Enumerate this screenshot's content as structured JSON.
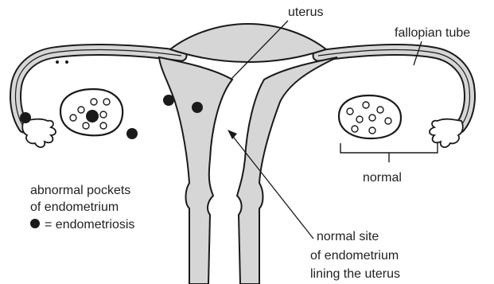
{
  "labels": {
    "uterus": "uterus",
    "fallopian_tube": "fallopian tube",
    "normal": "normal",
    "abnormal_line1": "abnormal pockets",
    "abnormal_line2": "of endometrium",
    "abnormal_line3": "= endometriosis",
    "normal_site_line1": "normal site",
    "normal_site_line2": "of endometrium",
    "normal_site_line3": "lining the uterus"
  },
  "colors": {
    "tissue": "#d6d6d6",
    "outline": "#1a1a1a",
    "spot": "#1a1a1a",
    "background": "#ffffff"
  }
}
